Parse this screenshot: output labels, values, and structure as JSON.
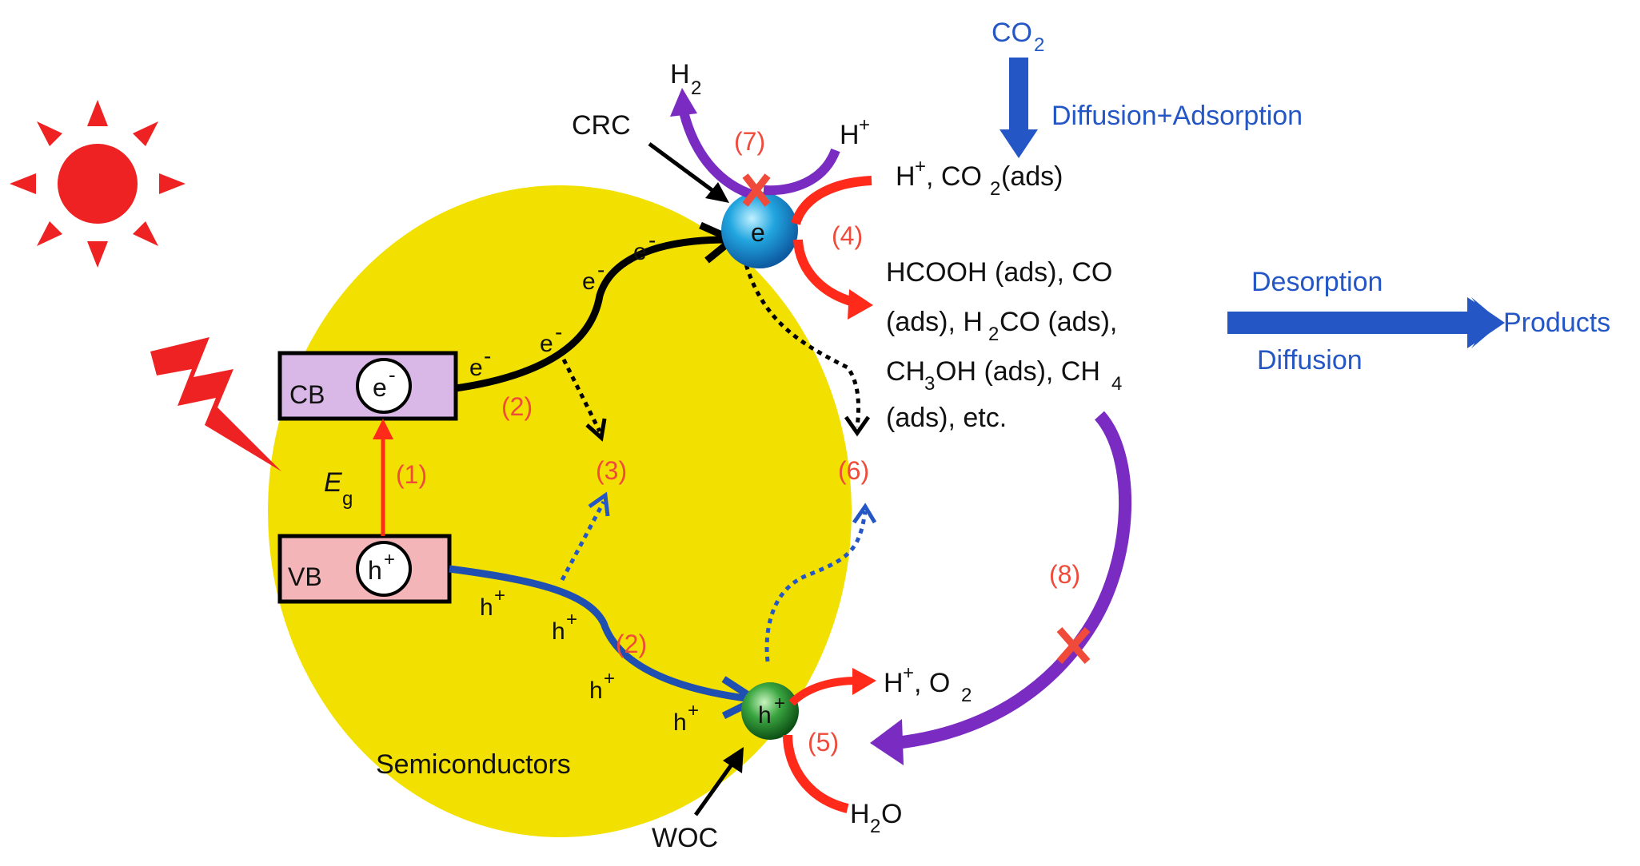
{
  "colors": {
    "semiconductor_fill": "#f2e000",
    "sun": "#ee2222",
    "lightning": "#ee2222",
    "cb_fill": "#d9b8e8",
    "vb_fill": "#f4b5b8",
    "electron_path": "#000000",
    "hole_path": "#1f4fb0",
    "red_arrow": "#ff2a1a",
    "purple_arrow": "#7a2cc2",
    "blue_text": "#2457c5",
    "step_label": "#f04b3a",
    "crc_sphere": "#1e90d6",
    "woc_sphere": "#2a8a30"
  },
  "icons": [
    "sun-icon",
    "lightning-icon",
    "cross-icon"
  ],
  "labels": {
    "semiconductors": "Semiconductors",
    "cb": "CB",
    "vb": "VB",
    "e": "e",
    "minus": "-",
    "h": "h",
    "plus": "+",
    "eg_E": "E",
    "eg_g": "g",
    "crc": "CRC",
    "woc": "WOC",
    "h2_H": "H",
    "h2_2": "2",
    "hplus_top_H": "H",
    "hplus_top_plus": "+",
    "crc_e": "e",
    "woc_h": "h",
    "woc_plus": "+",
    "co2_C": "CO",
    "co2_2": "2",
    "diffusion_adsorption": "Diffusion+Adsorption",
    "hco2_ads_H": "H",
    "hco2_ads_plus": "+",
    "hco2_ads_co": ", CO",
    "hco2_ads_2": "2",
    "hco2_ads_rest": " (ads)",
    "prod_line1": "HCOOH (ads), CO",
    "prod_line2_a": "(ads), H",
    "prod_line2_sub": "2",
    "prod_line2_b": "CO (ads),",
    "prod_line3_a": "CH",
    "prod_line3_sub": "3",
    "prod_line3_b": "OH (ads), CH",
    "prod_line3_sub2": "4",
    "prod_line4": "(ads), etc.",
    "desorption": "Desorption",
    "diffusion": "Diffusion",
    "products": "Products",
    "ho2_H": "H",
    "ho2_plus": "+",
    "ho2_mid": ", O",
    "ho2_2": "2",
    "h2o_H": "H",
    "h2o_2": "2",
    "h2o_O": "O"
  },
  "steps": {
    "s1": "(1)",
    "s2a": "(2)",
    "s2b": "(2)",
    "s3": "(3)",
    "s4": "(4)",
    "s5": "(5)",
    "s6": "(6)",
    "s7": "(7)",
    "s8": "(8)"
  }
}
